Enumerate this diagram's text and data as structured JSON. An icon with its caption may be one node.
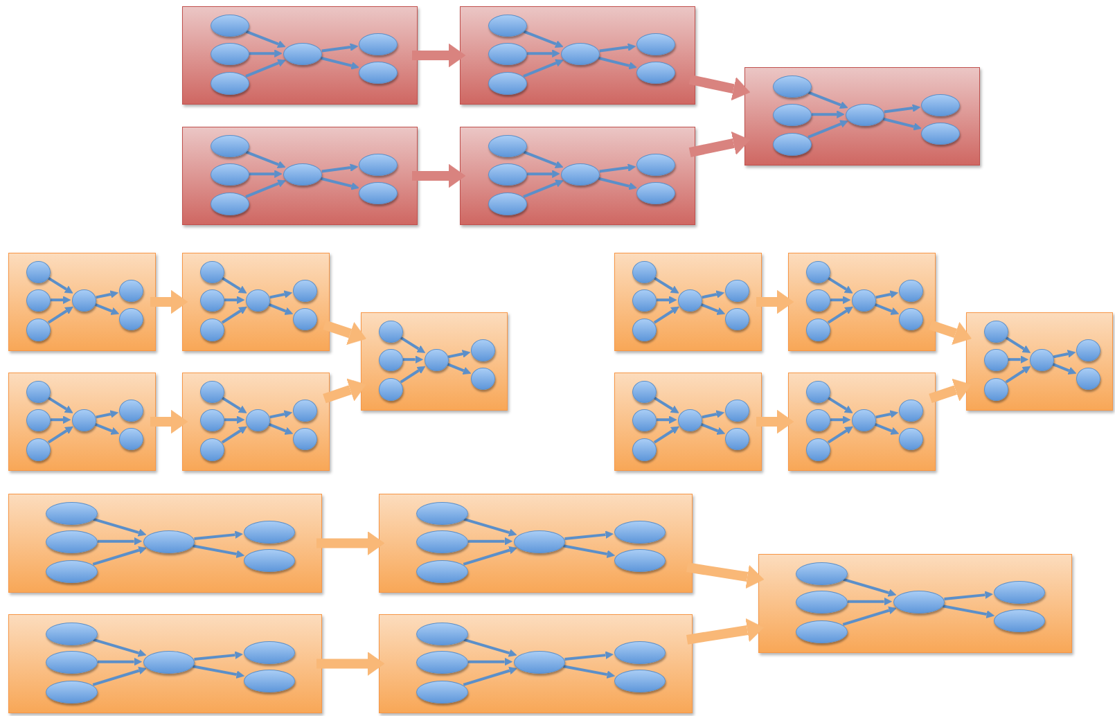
{
  "diagram": {
    "nodes": [
      {
        "text": [],
        "shape": "box"
      },
      {
        "text": [],
        "shape": "ellipse",
        "in": 0
      },
      {
        "text": [],
        "shape": "ellipse",
        "in": 0
      },
      {
        "text": [],
        "shape": "ellipse",
        "in": 0
      },
      {
        "text": [],
        "shape": "ellipse",
        "in": 0
      },
      {
        "text": [],
        "shape": "ellipse",
        "in": 0
      },
      {
        "text": [],
        "shape": "ellipse",
        "in": 0
      },
      {
        "text": [],
        "shape": "box"
      },
      {
        "text": [],
        "shape": "ellipse",
        "in": 7
      },
      {
        "text": [],
        "shape": "ellipse",
        "in": 7
      },
      {
        "text": [],
        "shape": "ellipse",
        "in": 7
      },
      {
        "text": [],
        "shape": "ellipse",
        "in": 7
      },
      {
        "text": [],
        "shape": "ellipse",
        "in": 7
      },
      {
        "text": [],
        "shape": "ellipse",
        "in": 7
      },
      {
        "text": [],
        "shape": "box"
      },
      {
        "text": [],
        "shape": "ellipse",
        "in": 14
      },
      {
        "text": [],
        "shape": "ellipse",
        "in": 14
      },
      {
        "text": [],
        "shape": "ellipse",
        "in": 14
      },
      {
        "text": [],
        "shape": "ellipse",
        "in": 14
      },
      {
        "text": [],
        "shape": "ellipse",
        "in": 14
      },
      {
        "text": [],
        "shape": "ellipse",
        "in": 14
      },
      {
        "text": [],
        "shape": "box"
      },
      {
        "text": [],
        "shape": "ellipse",
        "in": 21
      },
      {
        "text": [],
        "shape": "ellipse",
        "in": 21
      },
      {
        "text": [],
        "shape": "ellipse",
        "in": 21
      },
      {
        "text": [],
        "shape": "ellipse",
        "in": 21
      },
      {
        "text": [],
        "shape": "ellipse",
        "in": 21
      },
      {
        "text": [],
        "shape": "ellipse",
        "in": 21
      },
      {
        "text": [],
        "shape": "box"
      },
      {
        "text": [],
        "shape": "ellipse",
        "in": 28
      },
      {
        "text": [],
        "shape": "ellipse",
        "in": 28
      },
      {
        "text": [],
        "shape": "ellipse",
        "in": 28
      },
      {
        "text": [],
        "shape": "ellipse",
        "in": 28
      },
      {
        "text": [],
        "shape": "ellipse",
        "in": 28
      },
      {
        "text": [],
        "shape": "ellipse",
        "in": 28
      },
      {
        "text": [],
        "shape": "box"
      },
      {
        "text": [],
        "shape": "ellipse",
        "in": 35
      },
      {
        "text": [],
        "shape": "ellipse",
        "in": 35
      },
      {
        "text": [],
        "shape": "ellipse",
        "in": 35
      },
      {
        "text": [],
        "shape": "ellipse",
        "in": 35
      },
      {
        "text": [],
        "shape": "ellipse",
        "in": 35
      },
      {
        "text": [],
        "shape": "ellipse",
        "in": 35
      },
      {
        "text": [],
        "shape": "box"
      },
      {
        "text": [],
        "shape": "ellipse",
        "in": 42
      },
      {
        "text": [],
        "shape": "ellipse",
        "in": 42
      },
      {
        "text": [],
        "shape": "ellipse",
        "in": 42
      },
      {
        "text": [],
        "shape": "ellipse",
        "in": 42
      },
      {
        "text": [],
        "shape": "ellipse",
        "in": 42
      },
      {
        "text": [],
        "shape": "ellipse",
        "in": 42
      },
      {
        "text": [],
        "shape": "box"
      },
      {
        "text": [],
        "shape": "ellipse",
        "in": 49
      },
      {
        "text": [],
        "shape": "ellipse",
        "in": 49
      },
      {
        "text": [],
        "shape": "ellipse",
        "in": 49
      },
      {
        "text": [],
        "shape": "ellipse",
        "in": 49
      },
      {
        "text": [],
        "shape": "ellipse",
        "in": 49
      },
      {
        "text": [],
        "shape": "ellipse",
        "in": 49
      },
      {
        "text": [],
        "shape": "box"
      },
      {
        "text": [],
        "shape": "ellipse",
        "in": 56
      },
      {
        "text": [],
        "shape": "ellipse",
        "in": 56
      },
      {
        "text": [],
        "shape": "ellipse",
        "in": 56
      },
      {
        "text": [],
        "shape": "ellipse",
        "in": 56
      },
      {
        "text": [],
        "shape": "ellipse",
        "in": 56
      },
      {
        "text": [],
        "shape": "ellipse",
        "in": 56
      },
      {
        "text": [],
        "shape": "box"
      },
      {
        "text": [],
        "shape": "ellipse",
        "in": 63
      },
      {
        "text": [],
        "shape": "ellipse",
        "in": 63
      },
      {
        "text": [],
        "shape": "ellipse",
        "in": 63
      },
      {
        "text": [],
        "shape": "ellipse",
        "in": 63
      },
      {
        "text": [],
        "shape": "ellipse",
        "in": 63
      },
      {
        "text": [],
        "shape": "ellipse",
        "in": 63
      },
      {
        "text": [],
        "shape": "box"
      },
      {
        "text": [],
        "shape": "ellipse",
        "in": 70
      },
      {
        "text": [],
        "shape": "ellipse",
        "in": 70
      },
      {
        "text": [],
        "shape": "ellipse",
        "in": 70
      },
      {
        "text": [],
        "shape": "ellipse",
        "in": 70
      },
      {
        "text": [],
        "shape": "ellipse",
        "in": 70
      },
      {
        "text": [],
        "shape": "ellipse",
        "in": 70
      },
      {
        "text": [],
        "shape": "box"
      },
      {
        "text": [],
        "shape": "ellipse",
        "in": 77
      },
      {
        "text": [],
        "shape": "ellipse",
        "in": 77
      },
      {
        "text": [],
        "shape": "ellipse",
        "in": 77
      },
      {
        "text": [],
        "shape": "ellipse",
        "in": 77
      },
      {
        "text": [],
        "shape": "ellipse",
        "in": 77
      },
      {
        "text": [],
        "shape": "ellipse",
        "in": 77
      },
      {
        "text": [],
        "shape": "box"
      },
      {
        "text": [],
        "shape": "ellipse",
        "in": 84
      },
      {
        "text": [],
        "shape": "ellipse",
        "in": 84
      },
      {
        "text": [],
        "shape": "ellipse",
        "in": 84
      },
      {
        "text": [],
        "shape": "ellipse",
        "in": 84
      },
      {
        "text": [],
        "shape": "ellipse",
        "in": 84
      },
      {
        "text": [],
        "shape": "ellipse",
        "in": 84
      },
      {
        "text": [],
        "shape": "box"
      },
      {
        "text": [],
        "shape": "ellipse",
        "in": 91
      },
      {
        "text": [],
        "shape": "ellipse",
        "in": 91
      },
      {
        "text": [],
        "shape": "ellipse",
        "in": 91
      },
      {
        "text": [],
        "shape": "ellipse",
        "in": 91
      },
      {
        "text": [],
        "shape": "ellipse",
        "in": 91
      },
      {
        "text": [],
        "shape": "ellipse",
        "in": 91
      },
      {
        "text": [],
        "shape": "box"
      },
      {
        "text": [],
        "shape": "ellipse",
        "in": 98
      },
      {
        "text": [],
        "shape": "ellipse",
        "in": 98
      },
      {
        "text": [],
        "shape": "ellipse",
        "in": 98
      },
      {
        "text": [],
        "shape": "ellipse",
        "in": 98
      },
      {
        "text": [],
        "shape": "ellipse",
        "in": 98
      },
      {
        "text": [],
        "shape": "ellipse",
        "in": 98
      },
      {
        "text": [],
        "shape": "box"
      },
      {
        "text": [],
        "shape": "ellipse",
        "in": 105
      },
      {
        "text": [],
        "shape": "ellipse",
        "in": 105
      },
      {
        "text": [],
        "shape": "ellipse",
        "in": 105
      },
      {
        "text": [],
        "shape": "ellipse",
        "in": 105
      },
      {
        "text": [],
        "shape": "ellipse",
        "in": 105
      },
      {
        "text": [],
        "shape": "ellipse",
        "in": 105
      },
      {
        "text": [],
        "shape": "box"
      },
      {
        "text": [],
        "shape": "ellipse",
        "in": 112
      },
      {
        "text": [],
        "shape": "ellipse",
        "in": 112
      },
      {
        "text": [],
        "shape": "ellipse",
        "in": 112
      },
      {
        "text": [],
        "shape": "ellipse",
        "in": 112
      },
      {
        "text": [],
        "shape": "ellipse",
        "in": 112
      },
      {
        "text": [],
        "shape": "ellipse",
        "in": 112
      },
      {
        "text": [],
        "shape": "box"
      },
      {
        "text": [],
        "shape": "ellipse",
        "in": 119
      },
      {
        "text": [],
        "shape": "ellipse",
        "in": 119
      },
      {
        "text": [],
        "shape": "ellipse",
        "in": 119
      },
      {
        "text": [],
        "shape": "ellipse",
        "in": 119
      },
      {
        "text": [],
        "shape": "ellipse",
        "in": 119
      },
      {
        "text": [],
        "shape": "ellipse",
        "in": 119
      },
      {
        "text": [],
        "shape": "box"
      },
      {
        "text": [],
        "shape": "ellipse",
        "in": 126
      },
      {
        "text": [],
        "shape": "ellipse",
        "in": 126
      },
      {
        "text": [],
        "shape": "ellipse",
        "in": 126
      },
      {
        "text": [],
        "shape": "ellipse",
        "in": 126
      },
      {
        "text": [],
        "shape": "ellipse",
        "in": 126
      },
      {
        "text": [],
        "shape": "ellipse",
        "in": 126
      },
      {
        "text": [],
        "shape": "box"
      },
      {
        "text": [],
        "shape": "ellipse",
        "in": 133
      },
      {
        "text": [],
        "shape": "ellipse",
        "in": 133
      },
      {
        "text": [],
        "shape": "ellipse",
        "in": 133
      },
      {
        "text": [],
        "shape": "ellipse",
        "in": 133
      },
      {
        "text": [],
        "shape": "ellipse",
        "in": 133
      },
      {
        "text": [],
        "shape": "ellipse",
        "in": 133
      }
    ],
    "edges": [
      {
        "from": 1,
        "to": 4,
        "arrow": "to"
      },
      {
        "from": 2,
        "to": 4,
        "arrow": "to"
      },
      {
        "from": 3,
        "to": 4,
        "arrow": "to"
      },
      {
        "from": 4,
        "to": 5,
        "arrow": "to"
      },
      {
        "from": 4,
        "to": 6,
        "arrow": "to"
      },
      {
        "from": 8,
        "to": 11,
        "arrow": "to"
      },
      {
        "from": 9,
        "to": 11,
        "arrow": "to"
      },
      {
        "from": 10,
        "to": 11,
        "arrow": "to"
      },
      {
        "from": 11,
        "to": 12,
        "arrow": "to"
      },
      {
        "from": 11,
        "to": 13,
        "arrow": "to"
      },
      {
        "from": 15,
        "to": 18,
        "arrow": "to"
      },
      {
        "from": 16,
        "to": 18,
        "arrow": "to"
      },
      {
        "from": 17,
        "to": 18,
        "arrow": "to"
      },
      {
        "from": 18,
        "to": 19,
        "arrow": "to"
      },
      {
        "from": 18,
        "to": 20,
        "arrow": "to"
      },
      {
        "from": 22,
        "to": 25,
        "arrow": "to"
      },
      {
        "from": 23,
        "to": 25,
        "arrow": "to"
      },
      {
        "from": 24,
        "to": 25,
        "arrow": "to"
      },
      {
        "from": 25,
        "to": 26,
        "arrow": "to"
      },
      {
        "from": 25,
        "to": 27,
        "arrow": "to"
      },
      {
        "from": 29,
        "to": 32,
        "arrow": "to"
      },
      {
        "from": 30,
        "to": 32,
        "arrow": "to"
      },
      {
        "from": 31,
        "to": 32,
        "arrow": "to"
      },
      {
        "from": 32,
        "to": 33,
        "arrow": "to"
      },
      {
        "from": 32,
        "to": 34,
        "arrow": "to"
      },
      {
        "from": 36,
        "to": 39,
        "arrow": "to"
      },
      {
        "from": 37,
        "to": 39,
        "arrow": "to"
      },
      {
        "from": 38,
        "to": 39,
        "arrow": "to"
      },
      {
        "from": 39,
        "to": 40,
        "arrow": "to"
      },
      {
        "from": 39,
        "to": 41,
        "arrow": "to"
      },
      {
        "from": 43,
        "to": 46,
        "arrow": "to"
      },
      {
        "from": 44,
        "to": 46,
        "arrow": "to"
      },
      {
        "from": 45,
        "to": 46,
        "arrow": "to"
      },
      {
        "from": 46,
        "to": 47,
        "arrow": "to"
      },
      {
        "from": 46,
        "to": 48,
        "arrow": "to"
      },
      {
        "from": 50,
        "to": 53,
        "arrow": "to"
      },
      {
        "from": 51,
        "to": 53,
        "arrow": "to"
      },
      {
        "from": 52,
        "to": 53,
        "arrow": "to"
      },
      {
        "from": 53,
        "to": 54,
        "arrow": "to"
      },
      {
        "from": 53,
        "to": 55,
        "arrow": "to"
      },
      {
        "from": 57,
        "to": 60,
        "arrow": "to"
      },
      {
        "from": 58,
        "to": 60,
        "arrow": "to"
      },
      {
        "from": 59,
        "to": 60,
        "arrow": "to"
      },
      {
        "from": 60,
        "to": 61,
        "arrow": "to"
      },
      {
        "from": 60,
        "to": 62,
        "arrow": "to"
      },
      {
        "from": 64,
        "to": 67,
        "arrow": "to"
      },
      {
        "from": 65,
        "to": 67,
        "arrow": "to"
      },
      {
        "from": 66,
        "to": 67,
        "arrow": "to"
      },
      {
        "from": 67,
        "to": 68,
        "arrow": "to"
      },
      {
        "from": 67,
        "to": 69,
        "arrow": "to"
      },
      {
        "from": 71,
        "to": 74,
        "arrow": "to"
      },
      {
        "from": 72,
        "to": 74,
        "arrow": "to"
      },
      {
        "from": 73,
        "to": 74,
        "arrow": "to"
      },
      {
        "from": 74,
        "to": 75,
        "arrow": "to"
      },
      {
        "from": 74,
        "to": 76,
        "arrow": "to"
      },
      {
        "from": 78,
        "to": 81,
        "arrow": "to"
      },
      {
        "from": 79,
        "to": 81,
        "arrow": "to"
      },
      {
        "from": 80,
        "to": 81,
        "arrow": "to"
      },
      {
        "from": 81,
        "to": 82,
        "arrow": "to"
      },
      {
        "from": 81,
        "to": 83,
        "arrow": "to"
      },
      {
        "from": 85,
        "to": 88,
        "arrow": "to"
      },
      {
        "from": 86,
        "to": 88,
        "arrow": "to"
      },
      {
        "from": 87,
        "to": 88,
        "arrow": "to"
      },
      {
        "from": 88,
        "to": 89,
        "arrow": "to"
      },
      {
        "from": 88,
        "to": 90,
        "arrow": "to"
      },
      {
        "from": 92,
        "to": 95,
        "arrow": "to"
      },
      {
        "from": 93,
        "to": 95,
        "arrow": "to"
      },
      {
        "from": 94,
        "to": 95,
        "arrow": "to"
      },
      {
        "from": 95,
        "to": 96,
        "arrow": "to"
      },
      {
        "from": 95,
        "to": 97,
        "arrow": "to"
      },
      {
        "from": 99,
        "to": 102,
        "arrow": "to"
      },
      {
        "from": 100,
        "to": 102,
        "arrow": "to"
      },
      {
        "from": 101,
        "to": 102,
        "arrow": "to"
      },
      {
        "from": 102,
        "to": 103,
        "arrow": "to"
      },
      {
        "from": 102,
        "to": 104,
        "arrow": "to"
      },
      {
        "from": 106,
        "to": 109,
        "arrow": "to"
      },
      {
        "from": 107,
        "to": 109,
        "arrow": "to"
      },
      {
        "from": 108,
        "to": 109,
        "arrow": "to"
      },
      {
        "from": 109,
        "to": 110,
        "arrow": "to"
      },
      {
        "from": 109,
        "to": 111,
        "arrow": "to"
      },
      {
        "from": 113,
        "to": 116,
        "arrow": "to"
      },
      {
        "from": 114,
        "to": 116,
        "arrow": "to"
      },
      {
        "from": 115,
        "to": 116,
        "arrow": "to"
      },
      {
        "from": 116,
        "to": 117,
        "arrow": "to"
      },
      {
        "from": 116,
        "to": 118,
        "arrow": "to"
      },
      {
        "from": 120,
        "to": 123,
        "arrow": "to"
      },
      {
        "from": 121,
        "to": 123,
        "arrow": "to"
      },
      {
        "from": 122,
        "to": 123,
        "arrow": "to"
      },
      {
        "from": 123,
        "to": 124,
        "arrow": "to"
      },
      {
        "from": 123,
        "to": 125,
        "arrow": "to"
      },
      {
        "from": 127,
        "to": 130,
        "arrow": "to"
      },
      {
        "from": 128,
        "to": 130,
        "arrow": "to"
      },
      {
        "from": 129,
        "to": 130,
        "arrow": "to"
      },
      {
        "from": 130,
        "to": 131,
        "arrow": "to"
      },
      {
        "from": 130,
        "to": 132,
        "arrow": "to"
      },
      {
        "from": 134,
        "to": 137,
        "arrow": "to"
      },
      {
        "from": 135,
        "to": 137,
        "arrow": "to"
      },
      {
        "from": 136,
        "to": 137,
        "arrow": "to"
      },
      {
        "from": 137,
        "to": 138,
        "arrow": "to"
      },
      {
        "from": 137,
        "to": 139,
        "arrow": "to"
      },
      {
        "from": 0,
        "to": 7,
        "arrow": "to",
        "style": "thick",
        "color": "#d9837f"
      },
      {
        "from": 14,
        "to": 21,
        "arrow": "to",
        "style": "thick",
        "color": "#d9837f"
      },
      {
        "from": 7,
        "to": 28,
        "arrow": "to",
        "style": "thick",
        "color": "#d9837f"
      },
      {
        "from": 21,
        "to": 28,
        "arrow": "to",
        "style": "thick",
        "color": "#d9837f"
      },
      {
        "from": 35,
        "to": 42,
        "arrow": "to",
        "style": "thick",
        "color": "#f9b877"
      },
      {
        "from": 49,
        "to": 56,
        "arrow": "to",
        "style": "thick",
        "color": "#f9b877"
      },
      {
        "from": 42,
        "to": 63,
        "arrow": "to",
        "style": "thick",
        "color": "#f9b877"
      },
      {
        "from": 56,
        "to": 63,
        "arrow": "to",
        "style": "thick",
        "color": "#f9b877"
      },
      {
        "from": 70,
        "to": 77,
        "arrow": "to",
        "style": "thick",
        "color": "#f9b877"
      },
      {
        "from": 84,
        "to": 91,
        "arrow": "to",
        "style": "thick",
        "color": "#f9b877"
      },
      {
        "from": 77,
        "to": 98,
        "arrow": "to",
        "style": "thick",
        "color": "#f9b877"
      },
      {
        "from": 91,
        "to": 98,
        "arrow": "to",
        "style": "thick",
        "color": "#f9b877"
      },
      {
        "from": 105,
        "to": 112,
        "arrow": "to",
        "style": "thick",
        "color": "#f9b877"
      },
      {
        "from": 119,
        "to": 126,
        "arrow": "to",
        "style": "thick",
        "color": "#f9b877"
      },
      {
        "from": 112,
        "to": 133,
        "arrow": "to",
        "style": "thick",
        "color": "#f9b877"
      },
      {
        "from": 126,
        "to": 133,
        "arrow": "to",
        "style": "thick",
        "color": "#f9b877"
      }
    ]
  }
}
